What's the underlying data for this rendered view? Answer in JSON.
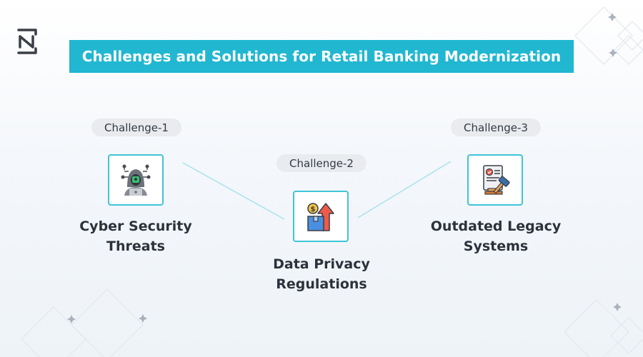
{
  "title": "Challenges and Solutions for Retail Banking Modernization",
  "colors": {
    "banner": "#21b7d1",
    "icon_border": "#3fc4d7",
    "connector": "#a9e3ec",
    "pill_bg": "#e9ebef",
    "text_dark": "#2c323b"
  },
  "challenges": [
    {
      "tag": "Challenge-1",
      "label_lines": [
        "Cyber Security",
        "Threats"
      ],
      "icon": "hacker-icon"
    },
    {
      "tag": "Challenge-2",
      "label_lines": [
        "Data Privacy",
        "Regulations"
      ],
      "icon": "data-growth-icon"
    },
    {
      "tag": "Challenge-3",
      "label_lines": [
        "Outdated Legacy",
        "Systems"
      ],
      "icon": "legal-document-gavel-icon"
    }
  ]
}
